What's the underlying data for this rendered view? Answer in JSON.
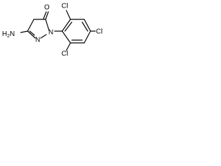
{
  "atoms": {
    "oxygen": "O",
    "amino": "H2N",
    "n_ring": "N",
    "n_aryl": "N",
    "cl_top": "Cl",
    "cl_para": "Cl",
    "cl_bottom": "Cl"
  },
  "colors": {
    "bond": "#000000",
    "label": "#000000",
    "background": "#ffffff"
  }
}
